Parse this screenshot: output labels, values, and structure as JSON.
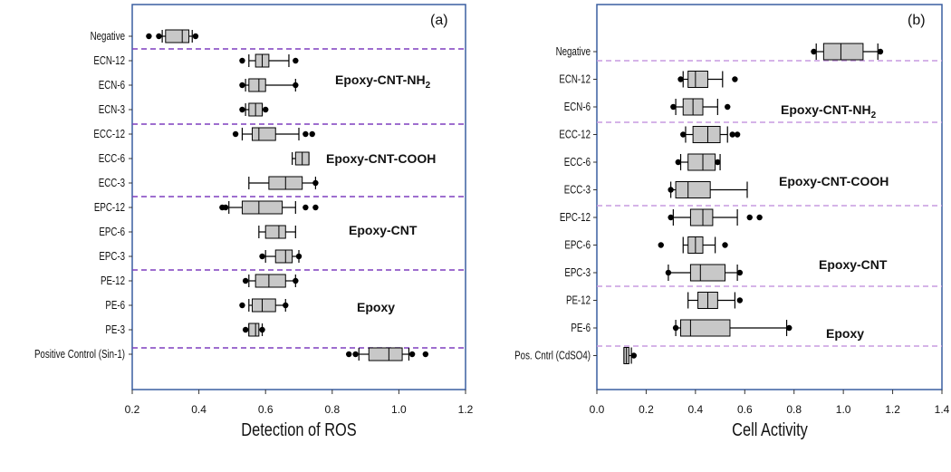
{
  "chart_data": [
    {
      "type": "box",
      "panel_label": "(a)",
      "xlabel": "Detection of ROS",
      "xlim": [
        0.2,
        1.2
      ],
      "xticks": [
        "0.2",
        "0.4",
        "0.6",
        "0.8",
        "1.0",
        "1.2"
      ],
      "colors": {
        "box": "#c8c8c8",
        "divider": "#7f3fbf",
        "frame": "#3a5fa0"
      },
      "group_labels": [
        "Epoxy-CNT-NH",
        "2",
        "Epoxy-CNT-COOH",
        "Epoxy-CNT",
        "Epoxy"
      ],
      "categories": [
        "Negative",
        "ECN-12",
        "ECN-6",
        "ECN-3",
        "ECC-12",
        "ECC-6",
        "ECC-3",
        "EPC-12",
        "EPC-6",
        "EPC-3",
        "PE-12",
        "PE-6",
        "PE-3",
        "Positive Control (Sin-1)"
      ],
      "boxes": [
        {
          "min": 0.29,
          "q1": 0.3,
          "median": 0.35,
          "q3": 0.37,
          "max": 0.38,
          "outliers": [
            0.25,
            0.28,
            0.39
          ]
        },
        {
          "min": 0.55,
          "q1": 0.57,
          "median": 0.59,
          "q3": 0.61,
          "max": 0.67,
          "outliers": [
            0.53,
            0.69
          ]
        },
        {
          "min": 0.54,
          "q1": 0.55,
          "median": 0.58,
          "q3": 0.6,
          "max": 0.69,
          "outliers": [
            0.53,
            0.69
          ]
        },
        {
          "min": 0.54,
          "q1": 0.55,
          "median": 0.57,
          "q3": 0.59,
          "max": 0.59,
          "outliers": [
            0.53,
            0.6
          ]
        },
        {
          "min": 0.53,
          "q1": 0.56,
          "median": 0.58,
          "q3": 0.63,
          "max": 0.7,
          "outliers": [
            0.51,
            0.72,
            0.74
          ]
        },
        {
          "min": 0.68,
          "q1": 0.69,
          "median": 0.71,
          "q3": 0.73,
          "max": 0.73,
          "outliers": []
        },
        {
          "min": 0.55,
          "q1": 0.61,
          "median": 0.66,
          "q3": 0.71,
          "max": 0.75,
          "outliers": [
            0.75
          ]
        },
        {
          "min": 0.49,
          "q1": 0.53,
          "median": 0.58,
          "q3": 0.65,
          "max": 0.69,
          "outliers": [
            0.47,
            0.48,
            0.72,
            0.75
          ]
        },
        {
          "min": 0.58,
          "q1": 0.6,
          "median": 0.64,
          "q3": 0.66,
          "max": 0.69,
          "outliers": []
        },
        {
          "min": 0.6,
          "q1": 0.63,
          "median": 0.66,
          "q3": 0.68,
          "max": 0.7,
          "outliers": [
            0.59,
            0.7
          ]
        },
        {
          "min": 0.55,
          "q1": 0.57,
          "median": 0.61,
          "q3": 0.66,
          "max": 0.69,
          "outliers": [
            0.54,
            0.69
          ]
        },
        {
          "min": 0.55,
          "q1": 0.56,
          "median": 0.59,
          "q3": 0.63,
          "max": 0.66,
          "outliers": [
            0.53,
            0.66
          ]
        },
        {
          "min": 0.55,
          "q1": 0.55,
          "median": 0.57,
          "q3": 0.58,
          "max": 0.59,
          "outliers": [
            0.54,
            0.59
          ]
        },
        {
          "min": 0.88,
          "q1": 0.91,
          "median": 0.97,
          "q3": 1.01,
          "max": 1.03,
          "outliers": [
            0.85,
            0.87,
            1.04,
            1.08
          ]
        }
      ]
    },
    {
      "type": "box",
      "panel_label": "(b)",
      "xlabel": "Cell Activity",
      "xlim": [
        0.0,
        1.4
      ],
      "xticks": [
        "0.0",
        "0.2",
        "0.4",
        "0.6",
        "0.8",
        "1.0",
        "1.2",
        "1.4"
      ],
      "colors": {
        "box": "#c8c8c8",
        "divider": "#c79be0",
        "frame": "#3a5fa0"
      },
      "group_labels": [
        "Epoxy-CNT-NH",
        "2",
        "Epoxy-CNT-COOH",
        "Epoxy-CNT",
        "Epoxy"
      ],
      "categories": [
        "Negative",
        "ECN-12",
        "ECN-6",
        "ECC-12",
        "ECC-6",
        "ECC-3",
        "EPC-12",
        "EPC-6",
        "EPC-3",
        "PE-12",
        "PE-6",
        "Pos. Cntrl (CdSO4)"
      ],
      "boxes": [
        {
          "min": 0.89,
          "q1": 0.92,
          "median": 0.99,
          "q3": 1.08,
          "max": 1.14,
          "outliers": [
            0.88,
            1.15
          ]
        },
        {
          "min": 0.35,
          "q1": 0.37,
          "median": 0.4,
          "q3": 0.45,
          "max": 0.51,
          "outliers": [
            0.34,
            0.56
          ]
        },
        {
          "min": 0.32,
          "q1": 0.35,
          "median": 0.39,
          "q3": 0.43,
          "max": 0.49,
          "outliers": [
            0.31,
            0.53
          ]
        },
        {
          "min": 0.36,
          "q1": 0.39,
          "median": 0.45,
          "q3": 0.5,
          "max": 0.53,
          "outliers": [
            0.35,
            0.55,
            0.57
          ]
        },
        {
          "min": 0.34,
          "q1": 0.37,
          "median": 0.43,
          "q3": 0.48,
          "max": 0.5,
          "outliers": [
            0.33,
            0.49
          ]
        },
        {
          "min": 0.3,
          "q1": 0.32,
          "median": 0.37,
          "q3": 0.46,
          "max": 0.61,
          "outliers": [
            0.3
          ]
        },
        {
          "min": 0.31,
          "q1": 0.38,
          "median": 0.43,
          "q3": 0.47,
          "max": 0.57,
          "outliers": [
            0.3,
            0.62,
            0.66
          ]
        },
        {
          "min": 0.35,
          "q1": 0.37,
          "median": 0.4,
          "q3": 0.43,
          "max": 0.48,
          "outliers": [
            0.26,
            0.52
          ]
        },
        {
          "min": 0.29,
          "q1": 0.38,
          "median": 0.42,
          "q3": 0.52,
          "max": 0.57,
          "outliers": [
            0.29,
            0.58
          ]
        },
        {
          "min": 0.37,
          "q1": 0.41,
          "median": 0.45,
          "q3": 0.49,
          "max": 0.56,
          "outliers": [
            0.58
          ]
        },
        {
          "min": 0.32,
          "q1": 0.34,
          "median": 0.38,
          "q3": 0.54,
          "max": 0.77,
          "outliers": [
            0.32,
            0.78
          ]
        },
        {
          "min": 0.11,
          "q1": 0.11,
          "median": 0.12,
          "q3": 0.13,
          "max": 0.14,
          "outliers": [
            0.15
          ]
        }
      ]
    }
  ]
}
